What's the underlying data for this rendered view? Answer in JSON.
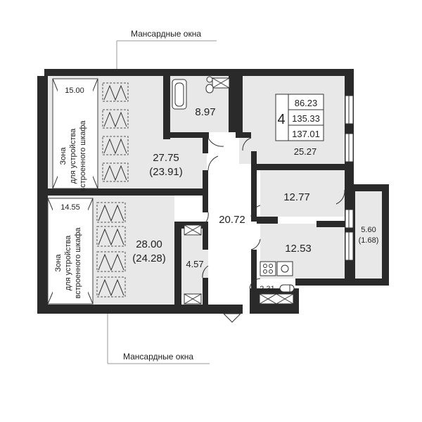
{
  "labels": {
    "dormer_top": "Мансардные окна",
    "dormer_bottom": "Мансардные окна"
  },
  "summary": {
    "rooms": "4",
    "living_area": "86.23",
    "total_area": "135.33",
    "total_area_full": "137.01"
  },
  "rooms": {
    "wardrobe_top_area": "15.00",
    "wardrobe_top_text_1": "Зона",
    "wardrobe_top_text_2": "для устройства",
    "wardrobe_top_text_3": "встроенного шкафа",
    "bedroom_top_area": "27.75",
    "bedroom_top_area_sub": "(23.91)",
    "bath_area": "8.97",
    "room_right_area": "25.27",
    "wardrobe_bottom_area": "14.55",
    "wardrobe_bottom_text_1": "Зона",
    "wardrobe_bottom_text_2": "для устройства",
    "wardrobe_bottom_text_3": "встроенного шкафа",
    "bedroom_bottom_area": "28.00",
    "bedroom_bottom_area_sub": "(24.28)",
    "closet_area": "4.57",
    "hall_area": "20.72",
    "room_mid_area": "12.77",
    "kitchen_area": "12.53",
    "balcony_area": "5.60",
    "balcony_area_sub": "(1.68)",
    "wc_area": "2.31"
  }
}
